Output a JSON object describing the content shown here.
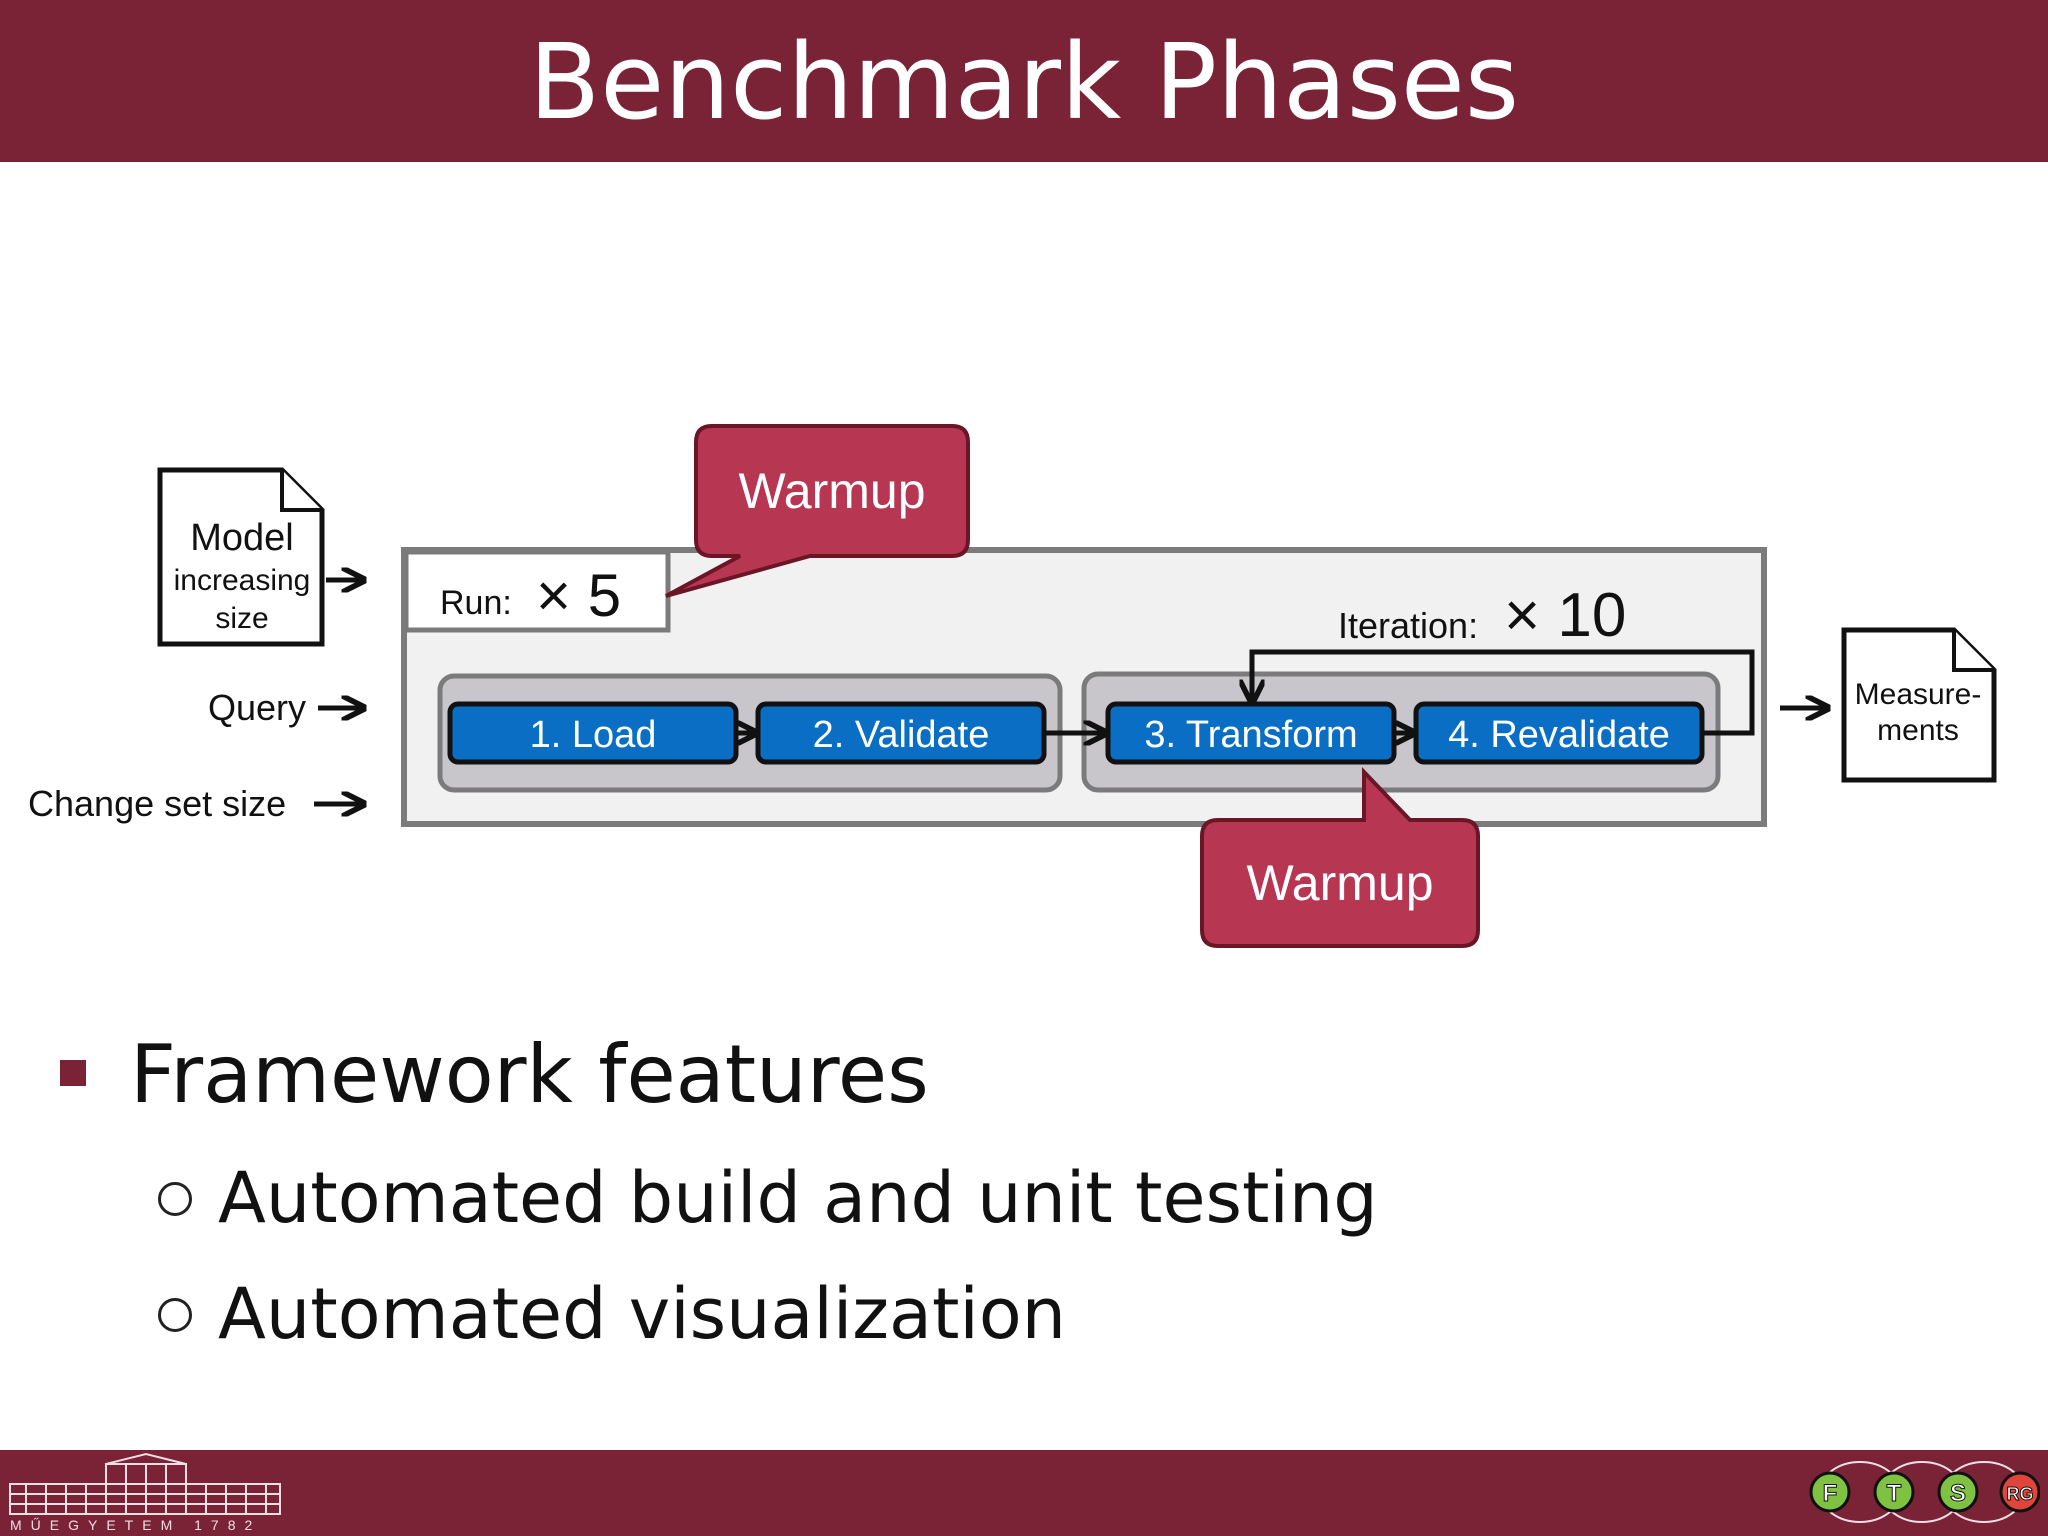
{
  "slide": {
    "title": "Benchmark Phases"
  },
  "diagram": {
    "inputs": {
      "model_line1": "Model",
      "model_line2": "increasing",
      "model_line3": "size",
      "query": "Query",
      "change_set": "Change set size"
    },
    "run": {
      "label": "Run:",
      "multiplier": "× 5"
    },
    "iteration": {
      "label": "Iteration:",
      "multiplier": "× 10"
    },
    "phases": [
      "1. Load",
      "2. Validate",
      "3. Transform",
      "4. Revalidate"
    ],
    "callouts": [
      "Warmup",
      "Warmup"
    ],
    "output_line1": "Measure-",
    "output_line2": "ments",
    "colors": {
      "brand": "#7a2236",
      "callout": "#b73652",
      "phase": "#0a6fc4",
      "group": "#c8c6ca"
    }
  },
  "bullets": {
    "main": "Framework features",
    "sub": [
      "Automated build and unit testing",
      "Automated visualization"
    ]
  },
  "footer": {
    "logo_text": "MŰEGYETEM 1782",
    "rg_badges": [
      "F",
      "T",
      "S",
      "RG"
    ]
  }
}
